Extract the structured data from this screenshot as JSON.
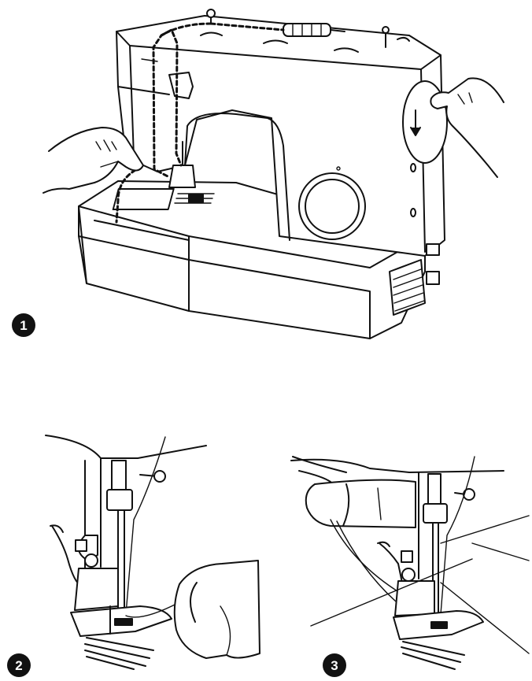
{
  "steps": [
    {
      "number": "1"
    },
    {
      "number": "2"
    },
    {
      "number": "3"
    }
  ],
  "colors": {
    "ink": "#111111",
    "paper": "#ffffff",
    "badge": "#111111"
  }
}
